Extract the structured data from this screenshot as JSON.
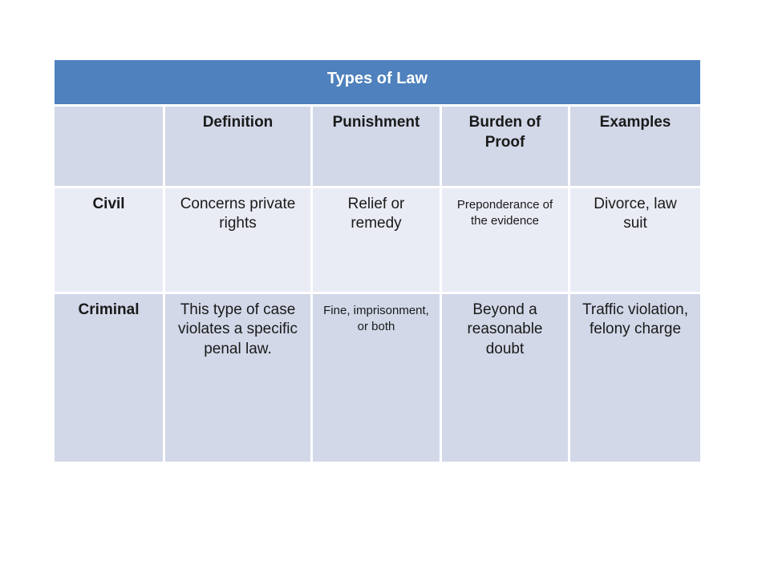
{
  "table": {
    "title": "Types of Law",
    "column_headers": [
      "",
      "Definition",
      "Punishment",
      "Burden of Proof",
      "Examples"
    ],
    "rows": [
      {
        "cells": [
          "Civil",
          "Concerns private rights",
          "Relief or remedy",
          "Preponderance of the evidence",
          "Divorce, law suit"
        ]
      },
      {
        "cells": [
          "Criminal",
          "This type of case violates a specific penal law.",
          "Fine, imprisonment, or both",
          "Beyond a reasonable doubt",
          "Traffic violation, felony charge"
        ]
      }
    ]
  },
  "colors": {
    "slide_bg": "#ffffff",
    "header_blue": "#4e81bd",
    "band_dark": "#d2d8e8",
    "band_light": "#e9ecf4",
    "title_text": "#ffffff",
    "text": "#1a1a1a"
  }
}
